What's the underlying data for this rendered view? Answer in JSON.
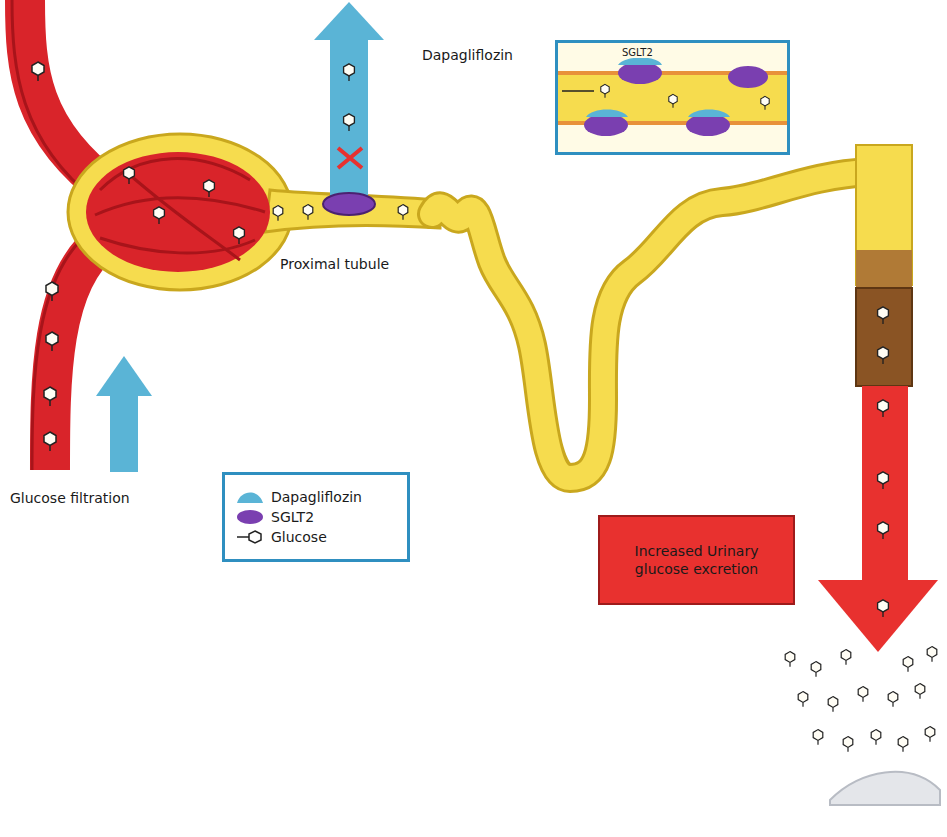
{
  "diagram": {
    "nodes": [
      {
        "text": [
          "Dapagliflozin",
          "SGLT2"
        ]
      },
      {
        "text": [
          "Increased Urinary glucose excretion"
        ]
      }
    ],
    "labels": [
      "Proximal tubule",
      "Glucose filtration"
    ],
    "legend": [
      {
        "text": "Dapagliflozin"
      },
      {
        "text": "SGLT2"
      },
      {
        "text": "Glucose"
      }
    ]
  }
}
